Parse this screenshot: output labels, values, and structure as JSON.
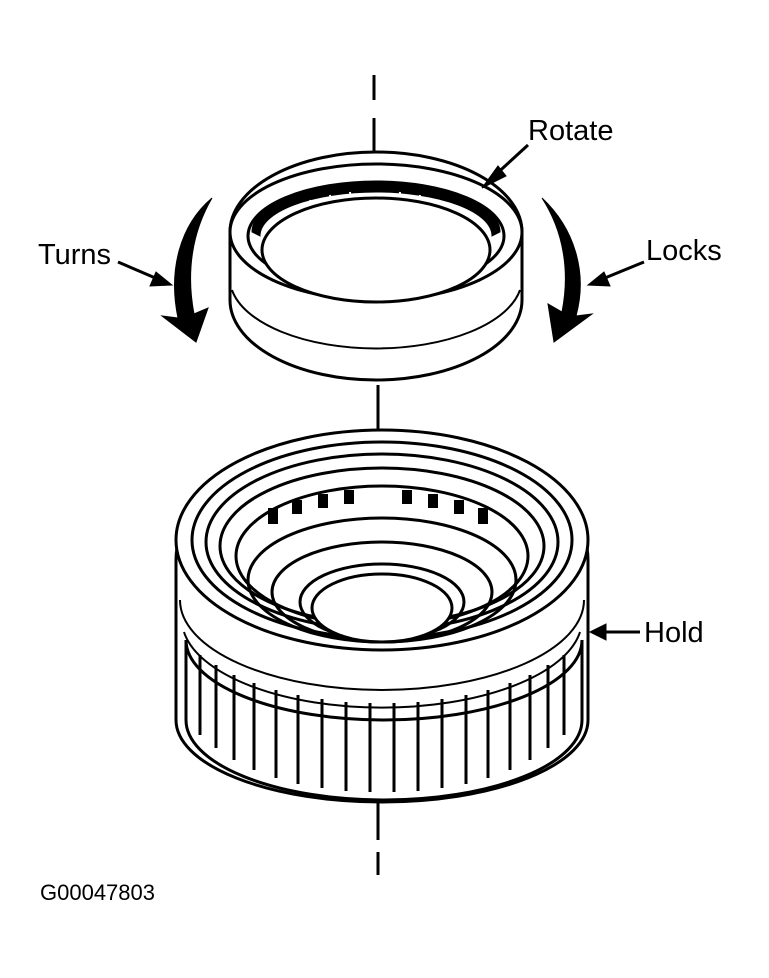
{
  "labels": {
    "rotate": "Rotate",
    "turns": "Turns",
    "locks": "Locks",
    "hold": "Hold"
  },
  "figure_code": "G00047803",
  "colors": {
    "ink": "#000000",
    "paper": "#ffffff"
  }
}
